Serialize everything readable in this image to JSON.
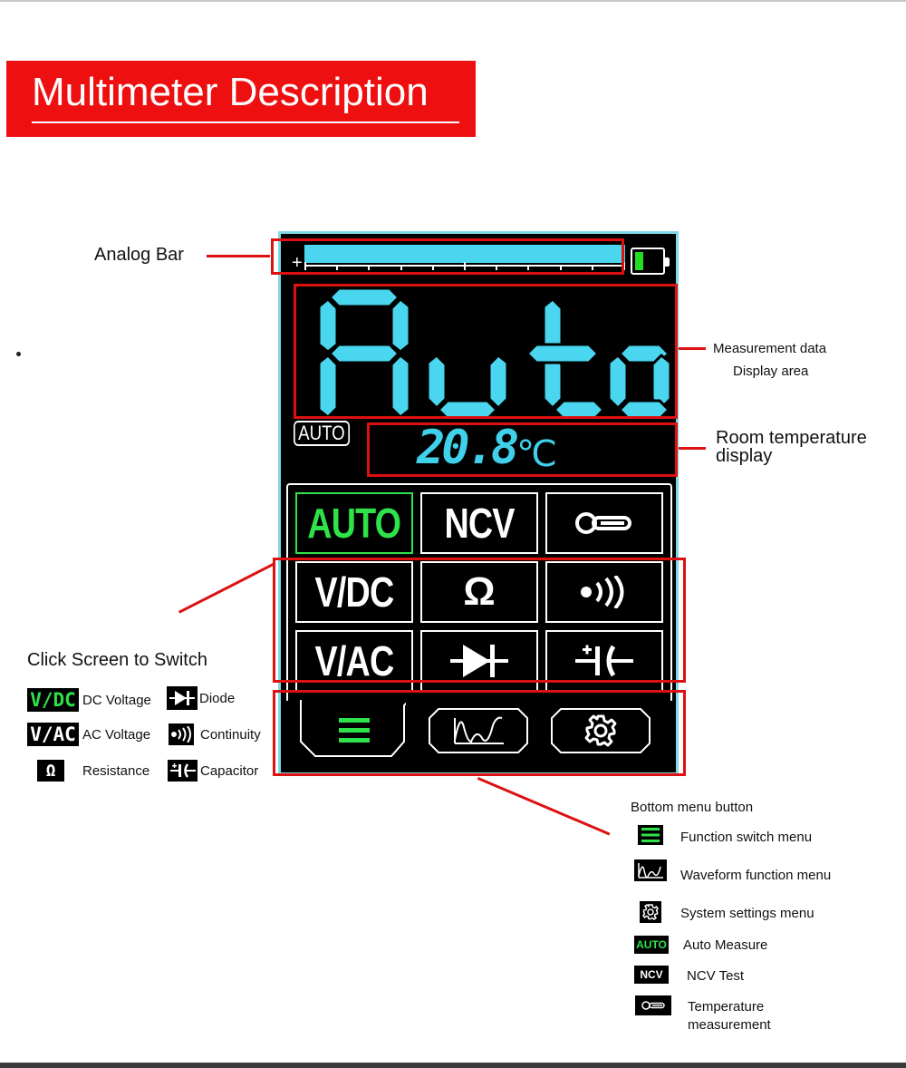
{
  "title": "Multimeter Description",
  "screen": {
    "analog_bar_fill_percent": 100,
    "analog_plus": "+",
    "mode_text": "Auto",
    "auto_badge": "AUTO",
    "temperature": "20.8",
    "temperature_unit": "℃",
    "grid": [
      {
        "id": "auto",
        "label": "AUTO",
        "active": true
      },
      {
        "id": "ncv",
        "label": "NCV"
      },
      {
        "id": "temperature",
        "icon": "thermometer-key-icon"
      },
      {
        "id": "vdc",
        "label": "V/DC"
      },
      {
        "id": "resistance",
        "label": "Ω"
      },
      {
        "id": "continuity",
        "icon": "continuity-icon"
      },
      {
        "id": "vac",
        "label": "V/AC"
      },
      {
        "id": "diode",
        "icon": "diode-icon"
      },
      {
        "id": "capacitor",
        "icon": "capacitor-icon"
      }
    ],
    "bottom_menu": [
      {
        "id": "function",
        "icon": "hamburger-icon",
        "active": true
      },
      {
        "id": "waveform",
        "icon": "waveform-icon"
      },
      {
        "id": "settings",
        "icon": "gear-icon"
      }
    ]
  },
  "callouts": {
    "analog_bar": "Analog Bar",
    "measurement_line1": "Measurement data",
    "measurement_line2": "Display area",
    "room_temp_line1": "Room temperature",
    "room_temp_line2": "display",
    "click_switch": "Click Screen to Switch"
  },
  "legend_left": {
    "vdc_icon": "V/DC",
    "vdc": "DC Voltage",
    "diode": "Diode",
    "vac_icon": "V/AC",
    "vac": "AC Voltage",
    "continuity": "Continuity",
    "omega_icon": "Ω",
    "resistance": "Resistance",
    "capacitor": "Capacitor"
  },
  "legend_bottom": {
    "heading": "Bottom menu button",
    "function_menu": "Function switch menu",
    "waveform_menu": "Waveform function menu",
    "settings_menu": "System settings menu",
    "auto_icon": "AUTO",
    "auto_measure": "Auto Measure",
    "ncv_icon": "NCV",
    "ncv_test": "NCV Test",
    "temp_line1": "Temperature",
    "temp_line2": "measurement"
  },
  "colors": {
    "lcd_cyan": "#49d6ee",
    "active_green": "#2ee24a",
    "callout_red": "#dd1111",
    "banner_red": "#ee1010"
  }
}
